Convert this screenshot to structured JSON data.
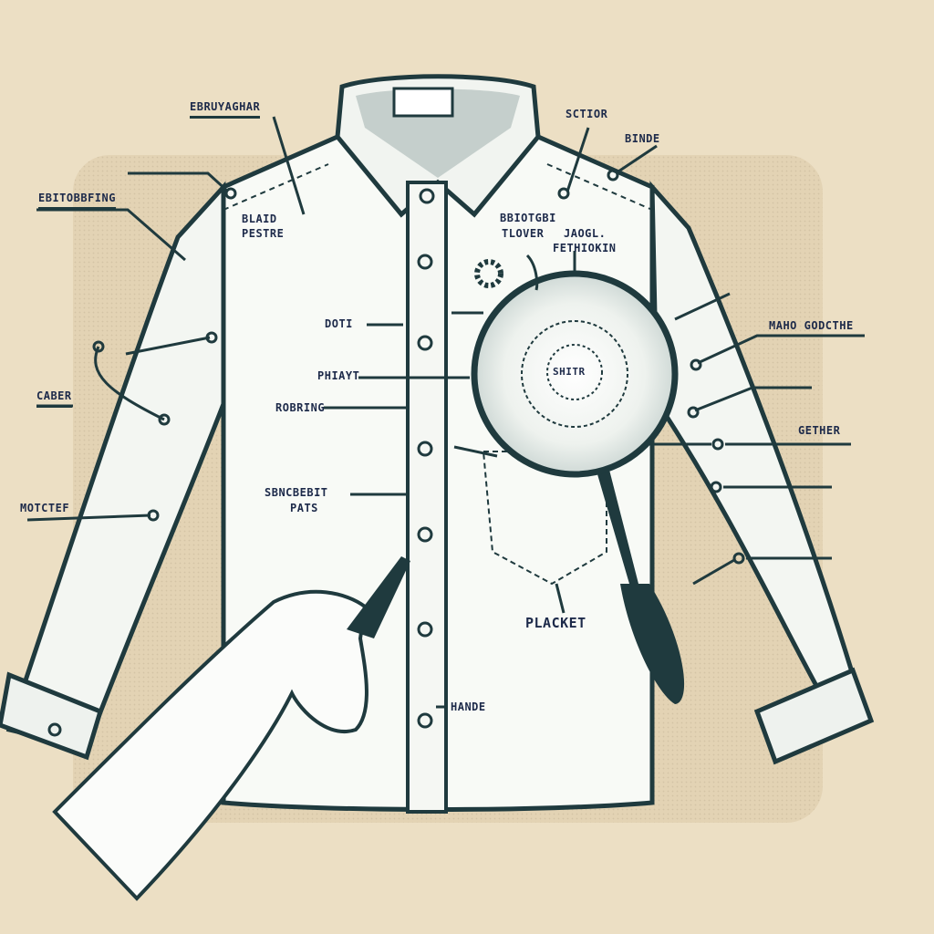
{
  "labels": {
    "top_left": "EBRUYAGHAR",
    "left_upper": "EBITOBBFING",
    "yoke_text_1": "BLAID",
    "yoke_text_2": "PESTRE",
    "top_center": "SCTIOR",
    "top_right": "BINDE",
    "chest_1a": "BBIOTGBI",
    "chest_1b": "TLOVER",
    "chest_2a": "JAOGL.",
    "chest_2b": "FETHIOKIN",
    "left_cuff_label": "CABER",
    "left_lower": "MOTCTEF",
    "button_1": "DOTI",
    "button_2": "PHIAYT",
    "button_3": "ROBRING",
    "button_4a": "SBNCBEBIT",
    "button_4b": "PATS",
    "right_1": "MAHO GODCTHE",
    "right_2": "GETHER",
    "magnifier_text": "SHITR",
    "pocket_label": "PLACKET",
    "bottom_label": "HANDE"
  },
  "colors": {
    "background": "#ecdfc4",
    "outline": "#1f3a3e",
    "shirt": "#f8faf6",
    "text": "#1d2a4a"
  }
}
